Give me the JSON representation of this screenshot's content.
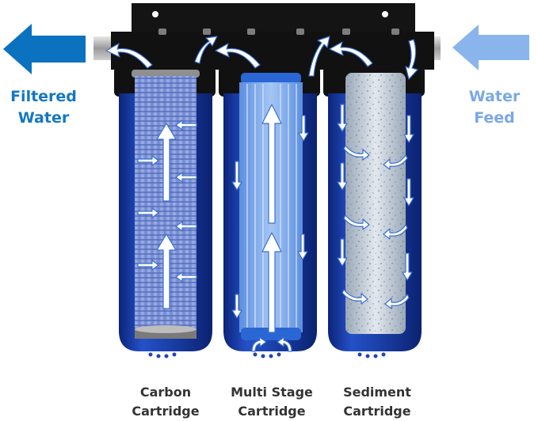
{
  "labels": {
    "outlet_line1": "Filtered",
    "outlet_line2": "Water",
    "inlet_line1": "Water",
    "inlet_line2": "Feed"
  },
  "cartridges": [
    {
      "line1": "Carbon",
      "line2": "Cartridge"
    },
    {
      "line1": "Multi Stage",
      "line2": "Cartridge"
    },
    {
      "line1": "Sediment",
      "line2": "Cartridge"
    }
  ],
  "colors": {
    "outlet_arrow": "#0b72c0",
    "outlet_text": "#1477c4",
    "inlet_arrow": "#8ab4ec",
    "inlet_text": "#7aa8e4",
    "housing": "#1a3fa8",
    "housing_dark": "#0f2a80",
    "cap": "#111111",
    "label_text": "#333333"
  },
  "icons": {
    "outlet": "arrow-left-icon",
    "inlet": "arrow-left-icon",
    "flow": "flow-arrow-icon"
  }
}
